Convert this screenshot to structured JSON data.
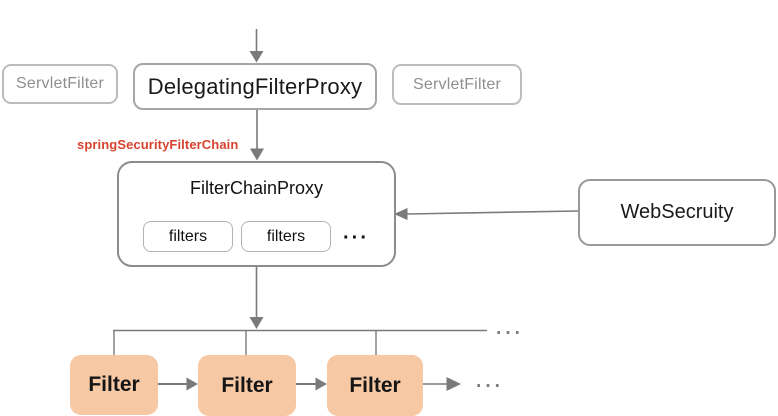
{
  "diagram": {
    "title_hint": "Spring Security filter chain architecture",
    "nodes": {
      "servlet_filter_left": {
        "label": "ServletFilter"
      },
      "delegating_filter_proxy": {
        "label": "DelegatingFilterProxy"
      },
      "servlet_filter_right": {
        "label": "ServletFilter"
      },
      "filter_chain_proxy": {
        "title": "FilterChainProxy",
        "children": [
          "filters",
          "filters"
        ],
        "ellipsis": "···"
      },
      "web_security": {
        "label": "WebSecruity"
      },
      "filter_chain": [
        "Filter",
        "Filter",
        "Filter"
      ]
    },
    "labels": {
      "bean_name": "springSecurityFilterChain",
      "chain_row_ellipsis": "···",
      "filter_row_ellipsis": "···"
    },
    "colors": {
      "connector_gray": "#7a7a7a",
      "box_border_light": "#bcbcbc",
      "box_border_dark": "#8c8c8c",
      "muted_text": "#8f8f8f",
      "accent_red": "#d8432f",
      "filter_fill": "#f6c8a4"
    }
  }
}
